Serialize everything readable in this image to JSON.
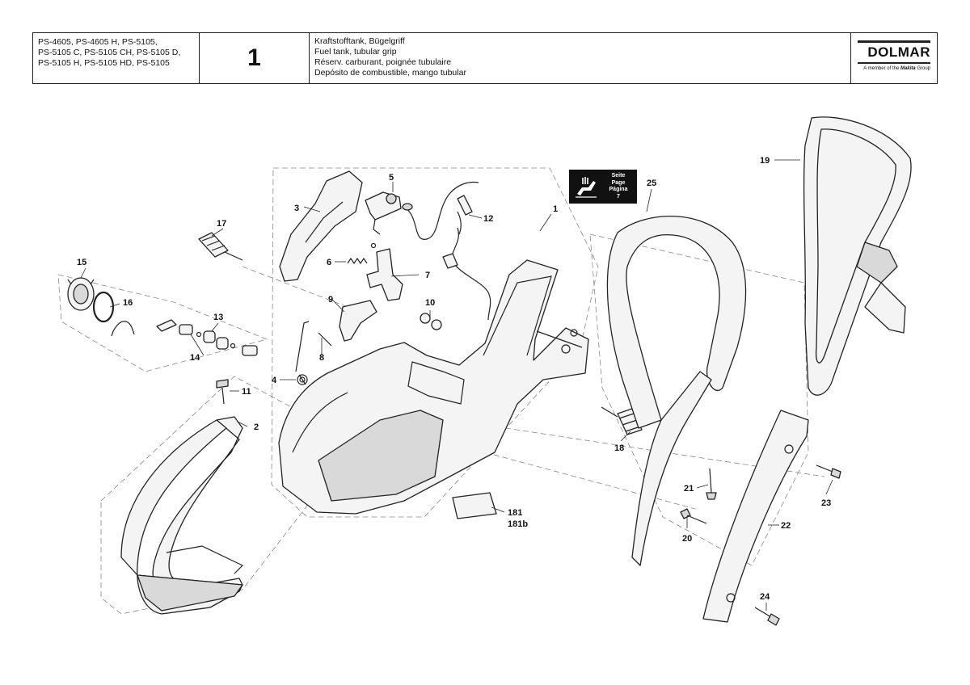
{
  "header": {
    "models": [
      "PS-4605, PS-4605 H, PS-5105,",
      "PS-5105 C, PS-5105 CH, PS-5105 D,",
      "PS-5105 H, PS-5105 HD, PS-5105"
    ],
    "page_number": "1",
    "titles": [
      "Kraftstofftank, Bügelgriff",
      "Fuel tank, tubular grip",
      "Réserv. carburant, poignée tubulaire",
      "Depósito de combustible, mango tubular"
    ],
    "brand": "DOLMAR",
    "brand_sub_prefix": "A member of the",
    "brand_sub_makita": "Makita",
    "brand_sub_suffix": "Group"
  },
  "page_ref": {
    "icon": "tool-hand-icon",
    "lines": [
      "Seite",
      "Page",
      "Página",
      "7"
    ]
  },
  "part_labels": {
    "p1": "1",
    "p2": "2",
    "p3": "3",
    "p4": "4",
    "p5": "5",
    "p6": "6",
    "p7": "7",
    "p8": "8",
    "p9": "9",
    "p10": "10",
    "p11": "11",
    "p12": "12",
    "p13": "13",
    "p14": "14",
    "p15": "15",
    "p16": "16",
    "p17": "17",
    "p18": "18",
    "p19": "19",
    "p20": "20",
    "p21": "21",
    "p22": "22",
    "p23": "23",
    "p24": "24",
    "p25": "25",
    "p181": "181",
    "p181b": "181b"
  }
}
